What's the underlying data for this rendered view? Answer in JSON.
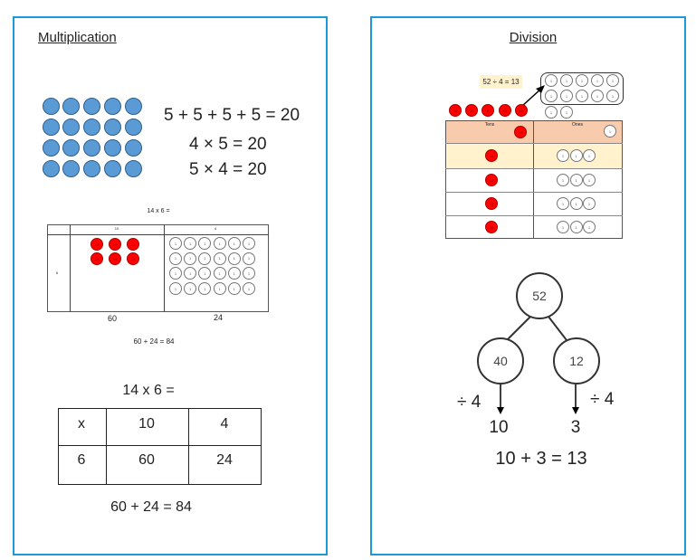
{
  "multiplication": {
    "title": "Multiplication",
    "equations": [
      "5 + 5 + 5 + 5 = 20",
      "4 × 5 = 20",
      "5 × 4 = 20"
    ],
    "small_diagram": {
      "prompt": "14 x 6 =",
      "col_headers": [
        "10",
        "4"
      ],
      "row_header": "6",
      "tens_label": "10",
      "ones_label": "1",
      "subtotals": [
        "60",
        "24"
      ],
      "sum": "60 + 24 = 84"
    },
    "grid": {
      "prompt": "14 x 6 =",
      "rows": [
        [
          "x",
          "10",
          "4"
        ],
        [
          "6",
          "60",
          "24"
        ]
      ],
      "sum": "60 + 24 = 84"
    }
  },
  "division": {
    "title": "Division",
    "equation": "52 ÷ 4 = 13",
    "tens_label": "10",
    "ones_label": "1",
    "table_headers": [
      "Tens",
      "Ones"
    ],
    "tree": {
      "root": "52",
      "left": "40",
      "right": "12",
      "left_op": "÷ 4",
      "right_op": "÷ 4",
      "left_result": "10",
      "right_result": "3",
      "sum": "10 + 3 = 13"
    }
  },
  "colors": {
    "border": "#1b9ad8",
    "blue_counter": "#5b9bd5",
    "tens_counter": "#ff0000",
    "header_row": "#f8cbad",
    "highlight_row": "#fff2cc"
  }
}
